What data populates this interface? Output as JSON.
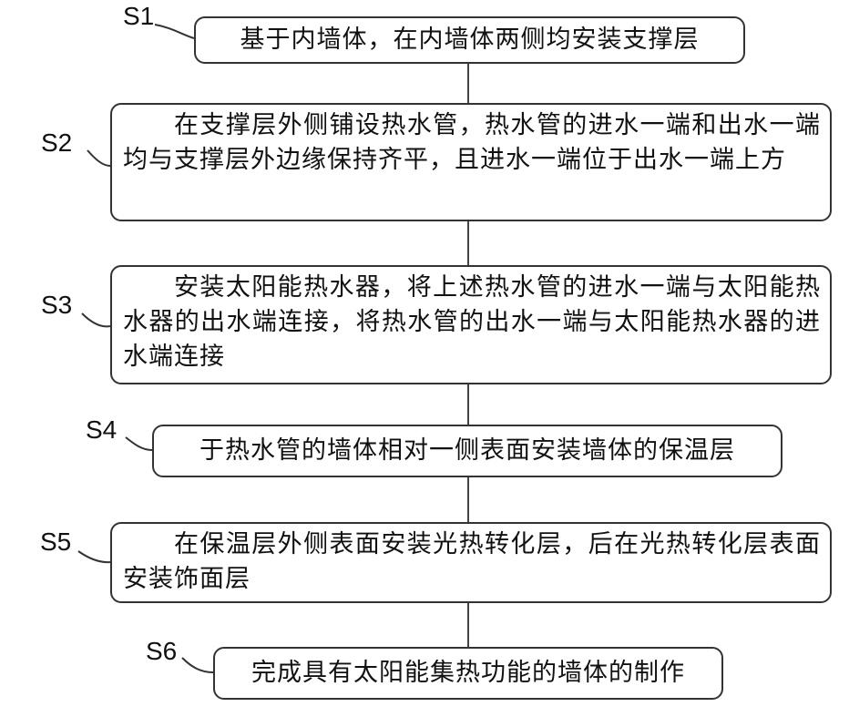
{
  "steps": [
    {
      "label": "S1",
      "text": "基于内墙体，在内墙体两侧均安装支撑层"
    },
    {
      "label": "S2",
      "text": "在支撑层外侧铺设热水管，热水管的进水一端和出水一端均与支撑层外边缘保持齐平，且进水一端位于出水一端上方"
    },
    {
      "label": "S3",
      "text": "安装太阳能热水器，将上述热水管的进水一端与太阳能热水器的出水端连接，将热水管的出水一端与太阳能热水器的进水端连接"
    },
    {
      "label": "S4",
      "text": "于热水管的墙体相对一侧表面安装墙体的保温层"
    },
    {
      "label": "S5",
      "text": "在保温层外侧表面安装光热转化层，后在光热转化层表面安装饰面层"
    },
    {
      "label": "S6",
      "text": "完成具有太阳能集热功能的墙体的制作"
    }
  ]
}
